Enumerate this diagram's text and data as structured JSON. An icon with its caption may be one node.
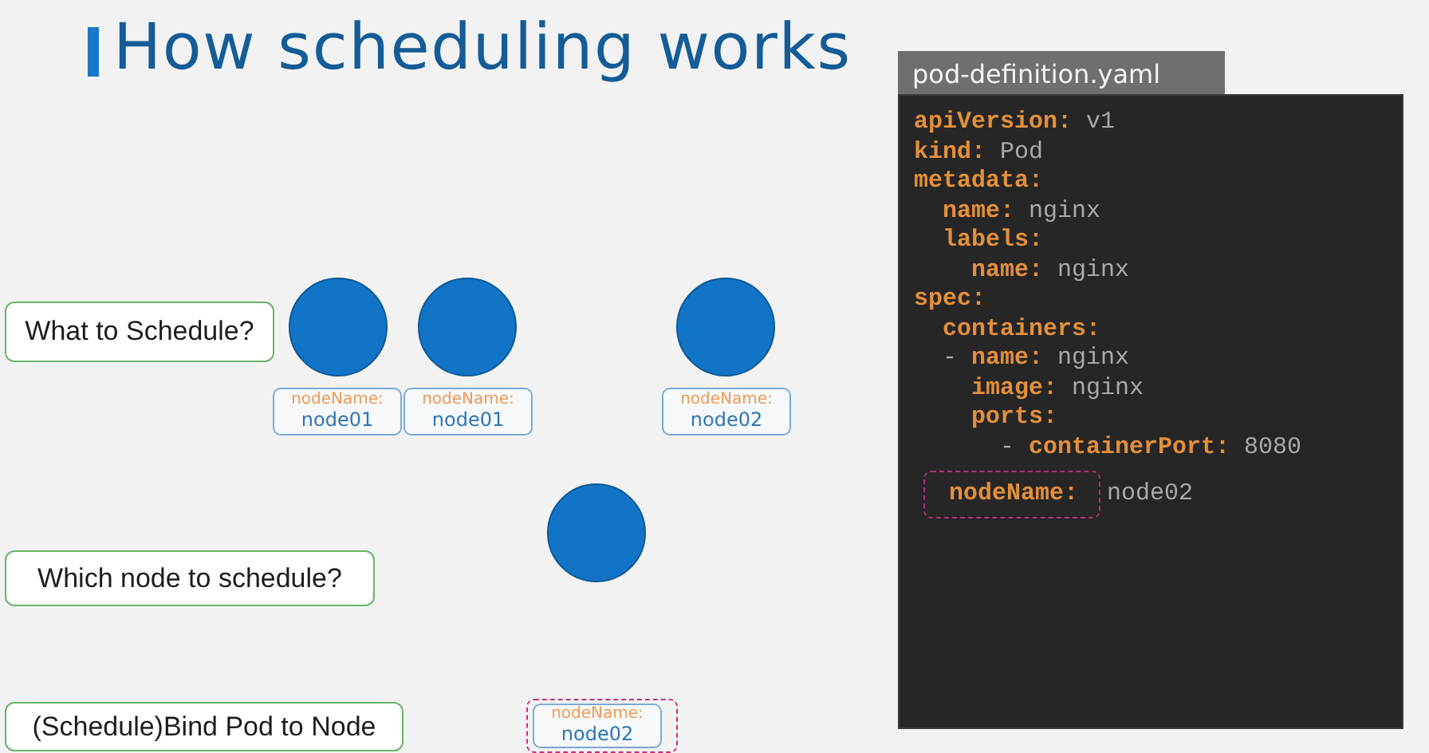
{
  "diagram": {
    "title": "How scheduling works",
    "nodes": [
      {
        "text": [
          "What to Schedule?"
        ]
      },
      {
        "text": [],
        "shape": "circle"
      },
      {
        "text": [],
        "shape": "circle"
      },
      {
        "text": [],
        "shape": "circle"
      },
      {
        "text": [
          "nodeName:",
          "node01"
        ]
      },
      {
        "text": [
          "nodeName:",
          "node01"
        ]
      },
      {
        "text": [
          "nodeName:",
          "node02"
        ]
      },
      {
        "text": [],
        "shape": "circle"
      },
      {
        "text": [
          "Which node to schedule?"
        ]
      },
      {
        "text": [
          "(Schedule)Bind Pod to Node"
        ]
      },
      {
        "text": [],
        "shape": "box"
      },
      {
        "text": [
          "nodeName:",
          "node02"
        ],
        "in": 10
      },
      {
        "text": [
          "pod-definition.yaml"
        ]
      },
      {
        "text": [
          "**apiVersion:** v1",
          "**kind:** Pod",
          "**metadata:**",
          "  **name:** nginx",
          "  **labels:**",
          "    **name:** nginx",
          "**spec:**",
          "  **containers:**",
          "  - **name:** nginx",
          "    **image:** nginx",
          "    **ports:**",
          "      - **containerPort:** 8080",
          "node02"
        ]
      },
      {
        "text": [
          "nodeName:"
        ],
        "in": 13
      }
    ]
  }
}
